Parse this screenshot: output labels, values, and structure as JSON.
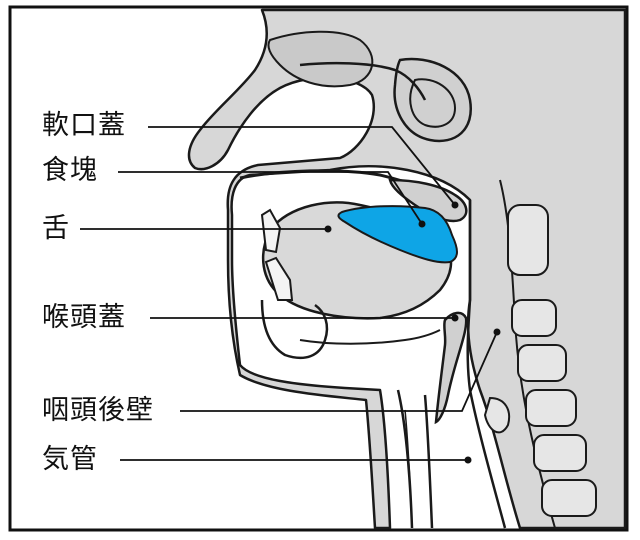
{
  "labels": {
    "soft_palate": "軟口蓋",
    "food_bolus": "食塊",
    "tongue": "舌",
    "epiglottis": "喉頭蓋",
    "pharyngeal_wall": "咽頭後壁",
    "trachea": "気管"
  },
  "colors": {
    "bolus": "#0ea5e6",
    "tissue": "#d7d7d7",
    "outline": "#1a1a1a",
    "background": "#ffffff"
  }
}
